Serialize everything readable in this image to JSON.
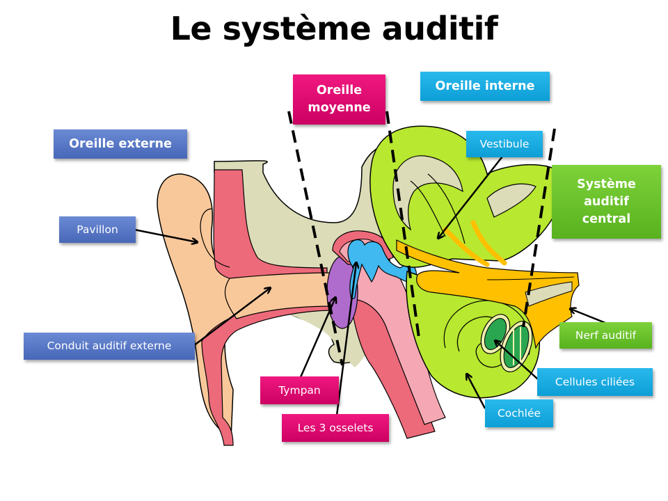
{
  "title": "Le système auditif",
  "regions": {
    "outer": "Oreille externe",
    "middle": "Oreille moyenne",
    "inner": "Oreille interne",
    "central": "Système auditif central"
  },
  "labels": {
    "pavillon": "Pavillon",
    "conduit": "Conduit auditif externe",
    "tympan": "Tympan",
    "osselets": "Les 3 osselets",
    "vestibule": "Vestibule",
    "nerf": "Nerf auditif",
    "cellules": "Cellules ciliées",
    "cochlee": "Cochlée"
  },
  "colors": {
    "outer_label": "#4f6fc0",
    "middle_label": "#e0106e",
    "inner_label": "#18ace2",
    "central_label": "#6cc22c",
    "skin": "#f9c89a",
    "cartilage": "#ec6a7a",
    "bone": "#dcdcb8",
    "inner_ear": "#b8e830",
    "nerve": "#ffc000",
    "ossicles": "#40b8f0",
    "tympanum": "#b06ccc",
    "hair_cells": "#2aa650"
  }
}
